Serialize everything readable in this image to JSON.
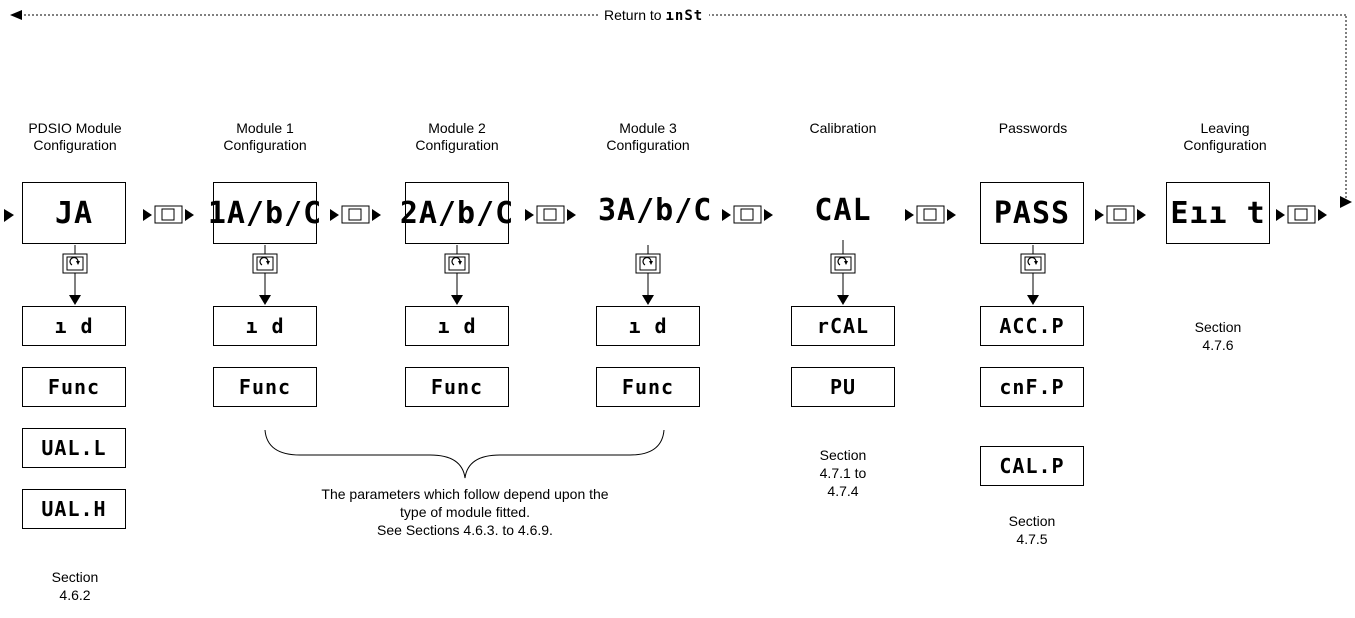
{
  "return_label": "Return to",
  "return_target": "ınSt",
  "columns": [
    {
      "header": "PDSIO Module\nConfiguration",
      "display": "JA",
      "params": [
        "ı d",
        "Func",
        "UAL.L",
        "UAL.H"
      ],
      "section": "Section\n4.6.2"
    },
    {
      "header": "Module 1\nConfiguration",
      "display": "1A/b/C",
      "params": [
        "ı d",
        "Func"
      ]
    },
    {
      "header": "Module 2\nConfiguration",
      "display": "2A/b/C",
      "params": [
        "ı d",
        "Func"
      ]
    },
    {
      "header": "Module 3\nConfiguration",
      "display": "3A/b/C",
      "params": [
        "ı d",
        "Func"
      ]
    },
    {
      "header": "Calibration",
      "display": "CAL",
      "params": [
        "rCAL",
        "PU"
      ],
      "section": "Section\n4.7.1 to\n4.7.4"
    },
    {
      "header": "Passwords",
      "display": "PASS",
      "params": [
        "ACC.P",
        "cnF.P",
        "CAL.P"
      ],
      "section": "Section\n4.7.5"
    },
    {
      "header": "Leaving\nConfiguration",
      "display": "Eıı t",
      "params": [],
      "section": "Section\n4.7.6"
    }
  ],
  "module_note": "The parameters which follow depend upon the\ntype of module fitted.\nSee Sections 4.6.3. to 4.6.9.",
  "icons": {
    "page_key": "page-key-icon",
    "scroll_key": "scroll-key-icon"
  }
}
